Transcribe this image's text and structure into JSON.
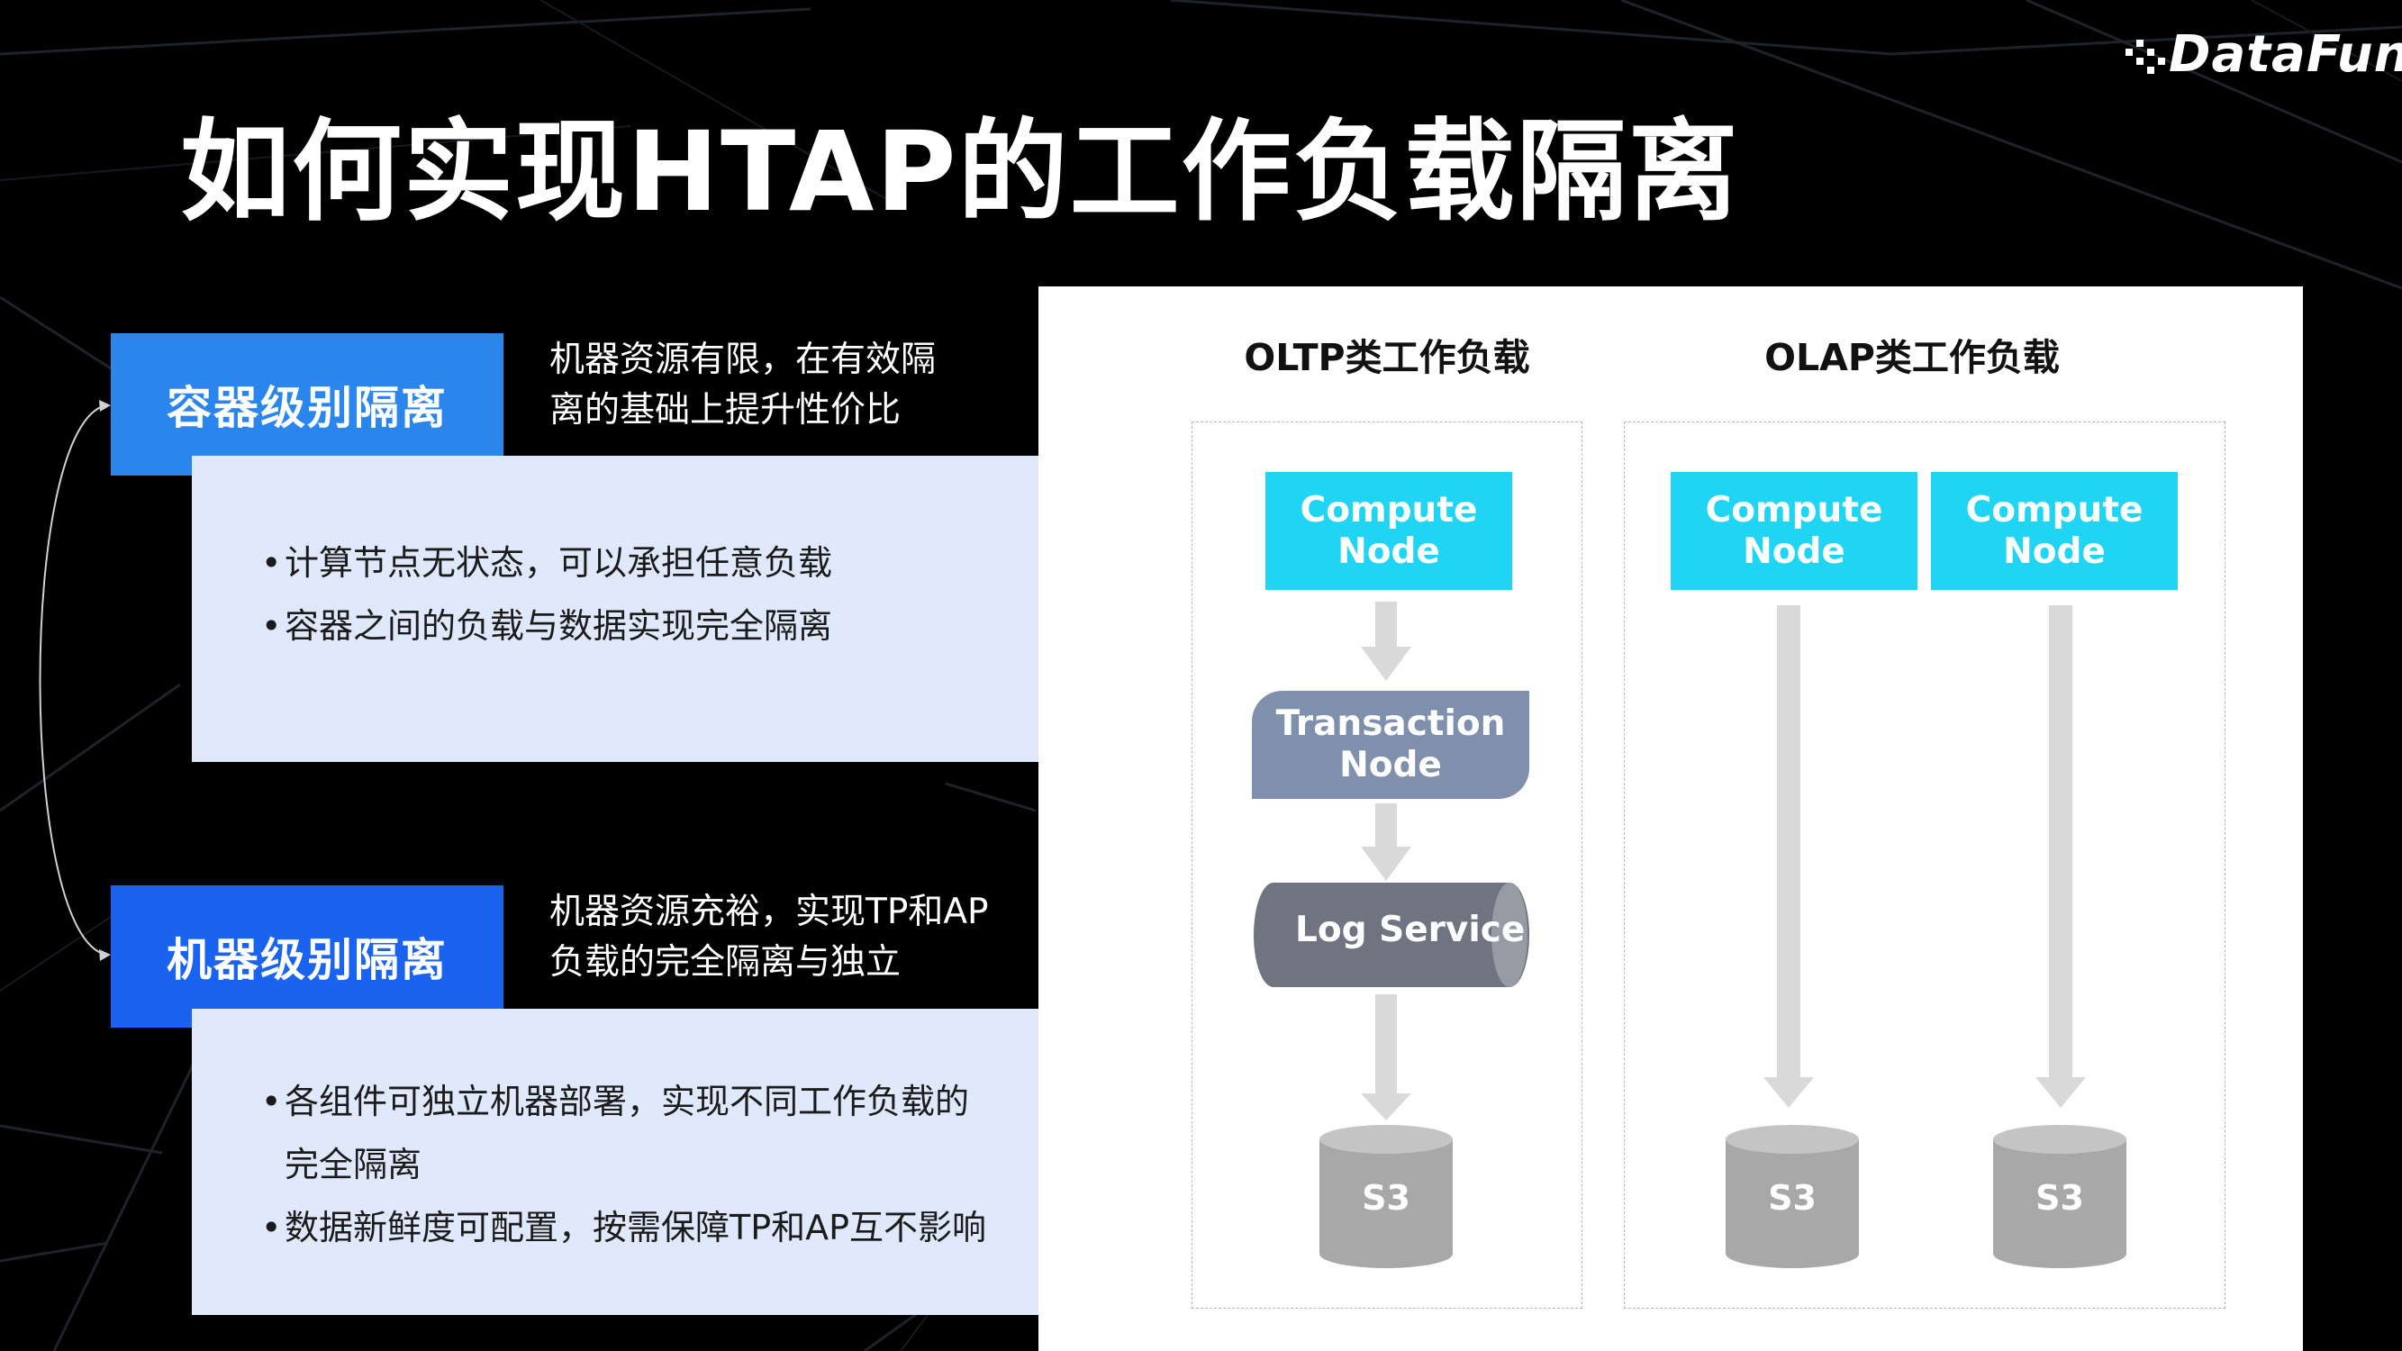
{
  "logo": {
    "text": "DataFun."
  },
  "title": "如何实现HTAP的工作负载隔离",
  "sections": [
    {
      "tag": "容器级别隔离",
      "description": [
        "机器资源有限，在有效隔",
        "离的基础上提升性价比"
      ],
      "bullets": [
        "计算节点无状态，可以承担任意负载",
        "容器之间的负载与数据实现完全隔离"
      ]
    },
    {
      "tag": "机器级别隔离",
      "description": [
        "机器资源充裕，实现TP和AP",
        "负载的完全隔离与独立"
      ],
      "bullets": [
        "各组件可独立机器部署，实现不同工作负载的",
        "完全隔离",
        "数据新鲜度可配置，按需保障TP和AP互不影响"
      ]
    }
  ],
  "diagram": {
    "oltp": {
      "heading": "OLTP类工作负载",
      "compute_node": [
        "Compute",
        "Node"
      ],
      "transaction_node": [
        "Transaction",
        "Node"
      ],
      "log_service": "Log Service",
      "storage": "S3"
    },
    "olap": {
      "heading": "OLAP类工作负载",
      "compute_node_1": [
        "Compute",
        "Node"
      ],
      "compute_node_2": [
        "Compute",
        "Node"
      ],
      "storage_1": "S3",
      "storage_2": "S3"
    }
  },
  "colors": {
    "tag_container": "#2a86ec",
    "tag_machine": "#1a63f0",
    "card_bg": "#dfe9fb",
    "compute_node": "#20d4f4",
    "transaction_node": "#7f90ac",
    "log_service": "#6f7480",
    "storage": "#a8a8a8",
    "arrow": "#d9d9d9"
  }
}
